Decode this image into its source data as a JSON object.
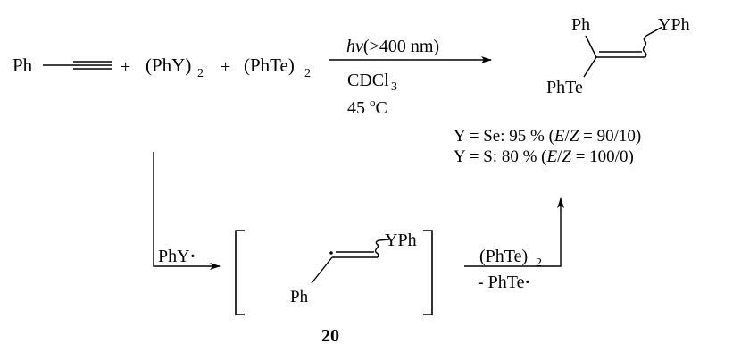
{
  "scheme": {
    "reagents": {
      "alkyne_group": "Ph",
      "plus": "+",
      "reagent1_main": "(PhY)",
      "reagent1_sub": "2",
      "reagent2_main": "(PhTe)",
      "reagent2_sub": "2"
    },
    "conditions": {
      "hv": "hv",
      "wavelength": "(>400 nm)",
      "solvent_main": "CDCl",
      "solvent_sub": "3",
      "temp_value": "45 ",
      "temp_deg": "o",
      "temp_unit": "C"
    },
    "product": {
      "ph_top": "Ph",
      "ypH": "YPh",
      "phte": "PhTe"
    },
    "yields": {
      "se_text": "Y = Se: 95 % (",
      "se_e": "E",
      "se_slash": "/",
      "se_z": "Z",
      "se_ratio": " = 90/10)",
      "s_text": "Y = S: 80 % (",
      "s_e": "E",
      "s_slash": "/",
      "s_z": "Z",
      "s_ratio": " = 100/0)"
    },
    "lower": {
      "radical_label": "PhY",
      "radical_dot": "·",
      "intermediate_yph": "YPh",
      "intermediate_ph": "Ph",
      "step_reagent_main": "(PhTe)",
      "step_reagent_sub": "2",
      "step_loss": "- PhTe",
      "step_loss_dot": "·",
      "compound_number": "20"
    }
  }
}
